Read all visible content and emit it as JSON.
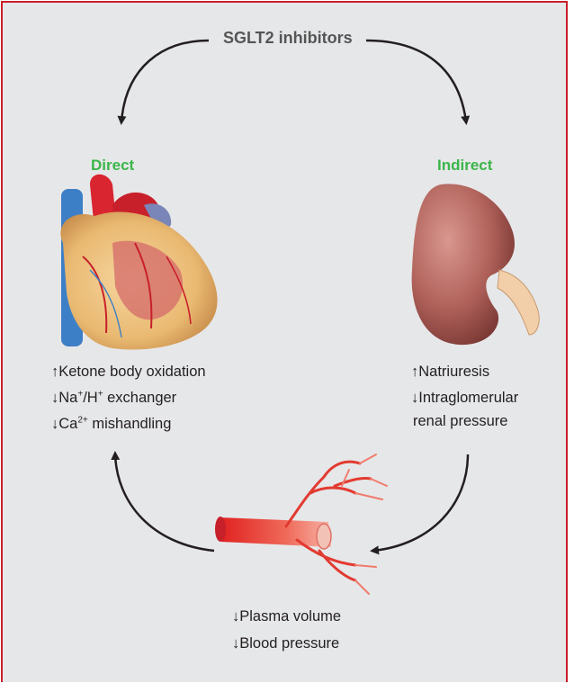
{
  "top": {
    "label": "SGLT2 inhibitors"
  },
  "left_branch": {
    "heading": "Direct",
    "effects": [
      {
        "direction": "up",
        "text": "Ketone body oxidation"
      },
      {
        "direction": "down",
        "base": "Na",
        "sup1": "+",
        "mid": "/H",
        "sup2": "+",
        "rest": " exchanger"
      },
      {
        "direction": "down",
        "base": "Ca",
        "sup1": "2+",
        "rest": " mishandling"
      }
    ]
  },
  "right_branch": {
    "heading": "Indirect",
    "effects": [
      {
        "direction": "up",
        "text": "Natriuresis"
      },
      {
        "direction": "down",
        "text_line1": "Intraglomerular",
        "text_line2": "renal pressure"
      }
    ]
  },
  "bottom": {
    "effects": [
      {
        "direction": "down",
        "text": "Plasma volume"
      },
      {
        "direction": "down",
        "text": "Blood pressure"
      }
    ]
  },
  "colors": {
    "border": "#c8202b",
    "background": "#e6e7e9",
    "heading_green": "#3bb54a",
    "title_grey": "#555555"
  },
  "icons": [
    "heart-illustration",
    "kidney-illustration",
    "blood-vessel-illustration",
    "up-arrow-icon",
    "down-arrow-icon"
  ]
}
